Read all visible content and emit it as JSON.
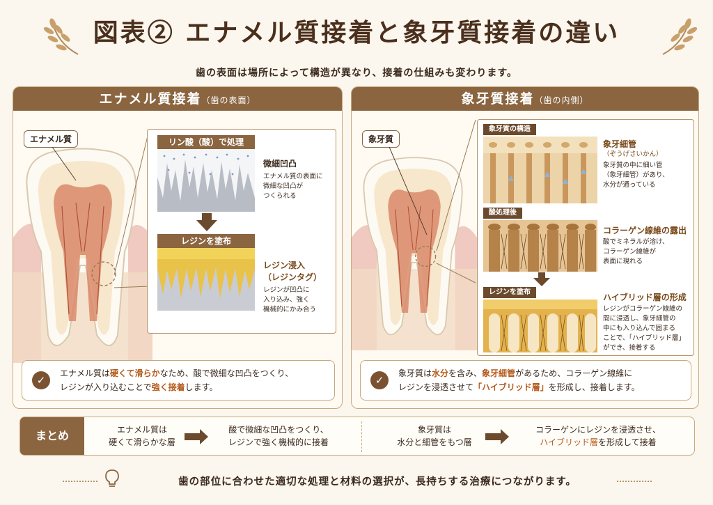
{
  "title": "図表② エナメル質接着と象牙質接着の違い",
  "subtitle": "歯の表面は場所によって構造が異なり、接着の仕組みも変わります。",
  "enamel": {
    "heading": "エナメル質接着",
    "heading_sub": "（歯の表面）",
    "tooth_label": "エナメル質",
    "step1_bar": "リン酸（酸）で処理",
    "step1_title": "微細凹凸",
    "step1_desc": [
      "エナメル質の表面に",
      "微細な凹凸が",
      "つくられる"
    ],
    "step2_bar": "レジンを塗布",
    "step2_title": "レジン浸入",
    "step2_title2": "（レジンタグ）",
    "step2_desc": [
      "レジンが凹凸に",
      "入り込み、強く",
      "機械的にかみ合う"
    ],
    "summary_l1": [
      "エナメル質は",
      "硬くて滑らか",
      "なため、酸で微細な凹凸をつくり、"
    ],
    "summary_l2": [
      "レジンが入り込むことで",
      "強く接着",
      "します。"
    ]
  },
  "dentin": {
    "heading": "象牙質接着",
    "heading_sub": "（歯の内側）",
    "tooth_label": "象牙質",
    "bar1": "象牙質の構造",
    "t1": "象牙細管",
    "t1b": "（ぞうげさいかん）",
    "d1": [
      "象牙質の中に細い管",
      "（象牙細管）があり、",
      "水分が通っている"
    ],
    "bar2": "酸処理後",
    "t2": "コラーゲン線維の露出",
    "d2": [
      "酸でミネラルが溶け、",
      "コラーゲン線維が",
      "表面に現れる"
    ],
    "bar3": "レジンを塗布",
    "t3": "ハイブリッド層の形成",
    "d3": [
      "レジンがコラーゲン線維の",
      "間に浸透し、象牙細管の",
      "中にも入り込んで固まる",
      "ことで、「ハイブリッド層」",
      "ができ、接着する"
    ],
    "summary_l1": [
      "象牙質は",
      "水分",
      "を含み、",
      "象牙細管",
      "があるため、コラーゲン線維に"
    ],
    "summary_l2": [
      "レジンを浸透させて",
      "「ハイブリッド層」",
      "を形成し、接着します。"
    ]
  },
  "matome": {
    "label": "まとめ",
    "c1": [
      "エナメル質は",
      "硬くて滑らかな層"
    ],
    "c2": [
      "酸で微細な凹凸をつくり、",
      "レジンで強く機械的に接着"
    ],
    "c3": [
      "象牙質は",
      "水分と細管をもつ層"
    ],
    "c4": [
      "コラーゲンにレジンを浸透させ、",
      "ハイブリッド層",
      "を形成して接着"
    ]
  },
  "footer": "歯の部位に合わせた適切な処理と材料の選択が、長持ちする治療につながります。",
  "colors": {
    "brown": "#8a6540",
    "accent": "#b45a1a",
    "bg": "#fbf6ee"
  },
  "icons": [
    "laurel-left-icon",
    "laurel-right-icon",
    "check-icon",
    "arrow-down-icon",
    "arrow-right-icon",
    "lightbulb-icon"
  ]
}
